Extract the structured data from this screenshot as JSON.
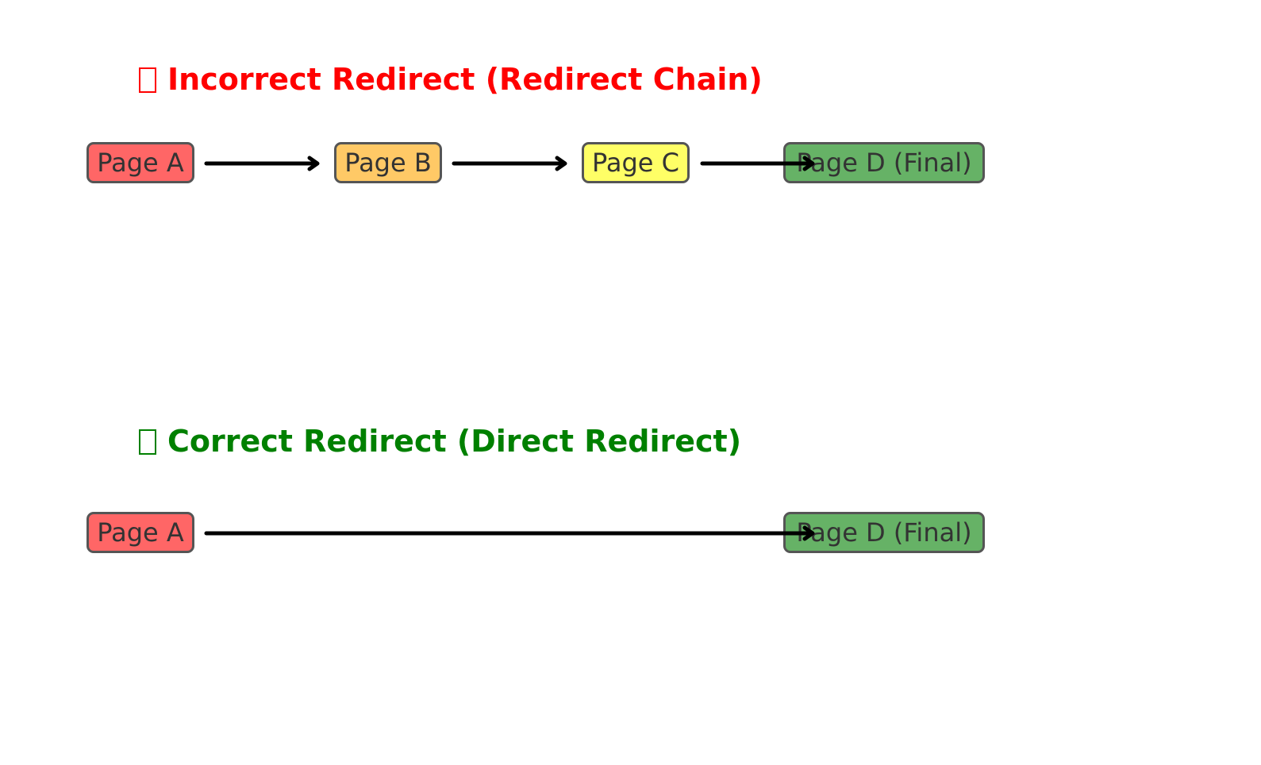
{
  "sections": {
    "incorrect": {
      "title": "Incorrect Redirect (Redirect Chain)",
      "title_color": "#ff0000",
      "nodes": [
        {
          "label": "Page A",
          "color": "#ff6666"
        },
        {
          "label": "Page B",
          "color": "#ffc966"
        },
        {
          "label": "Page C",
          "color": "#ffff66"
        },
        {
          "label": "Page D (Final)",
          "color": "#66b266"
        }
      ]
    },
    "correct": {
      "title": "Correct Redirect (Direct Redirect)",
      "title_color": "#008000",
      "nodes": [
        {
          "label": "Page A",
          "color": "#ff6666"
        },
        {
          "label": "Page D (Final)",
          "color": "#66b266"
        }
      ]
    }
  },
  "colors": {
    "node_border": "#555555",
    "node_text": "#333333",
    "arrow": "#000000"
  }
}
